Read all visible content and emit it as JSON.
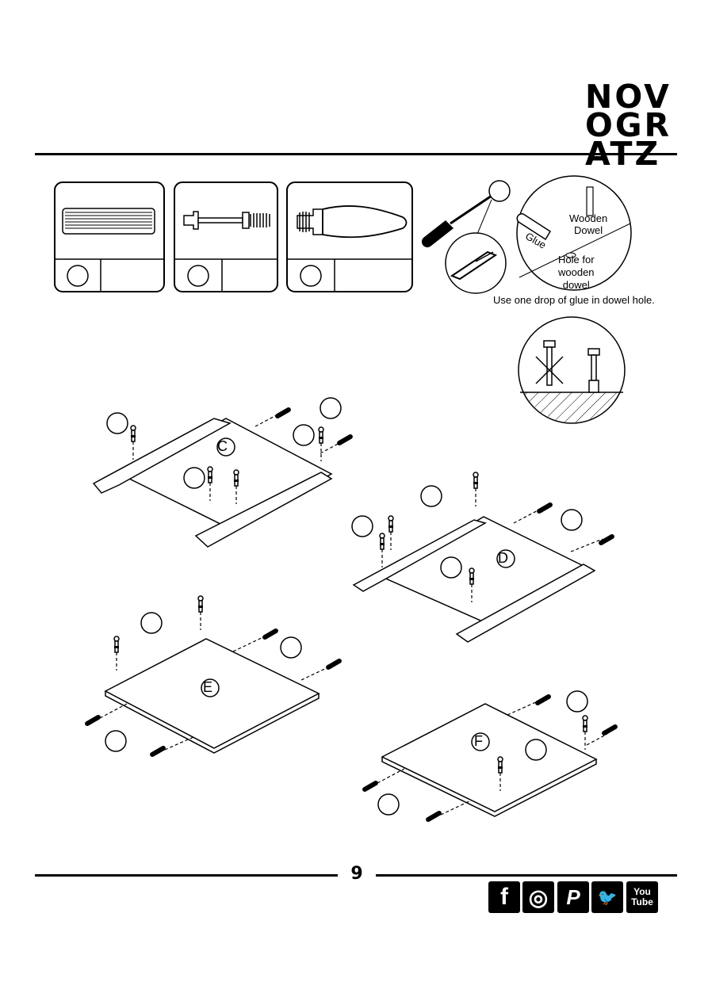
{
  "brand": {
    "logo_lines": [
      "NOV",
      "OGR",
      "ATZ"
    ]
  },
  "hardware": {
    "wood_dowel_label": "Wooden\nDowel",
    "glue_label": "Glue",
    "hole_label": "Hole for\nwooden\ndowel",
    "instruction": "Use one drop of glue in dowel hole."
  },
  "panels": [
    "C",
    "D",
    "E",
    "F"
  ],
  "footer": {
    "page_number": "9",
    "social": [
      {
        "name": "facebook-icon",
        "glyph": "f"
      },
      {
        "name": "instagram-icon",
        "glyph": "◎"
      },
      {
        "name": "pinterest-icon",
        "glyph": "P"
      },
      {
        "name": "twitter-icon",
        "glyph": "🐦"
      },
      {
        "name": "youtube-icon",
        "line1": "You",
        "line2": "Tube"
      }
    ]
  }
}
